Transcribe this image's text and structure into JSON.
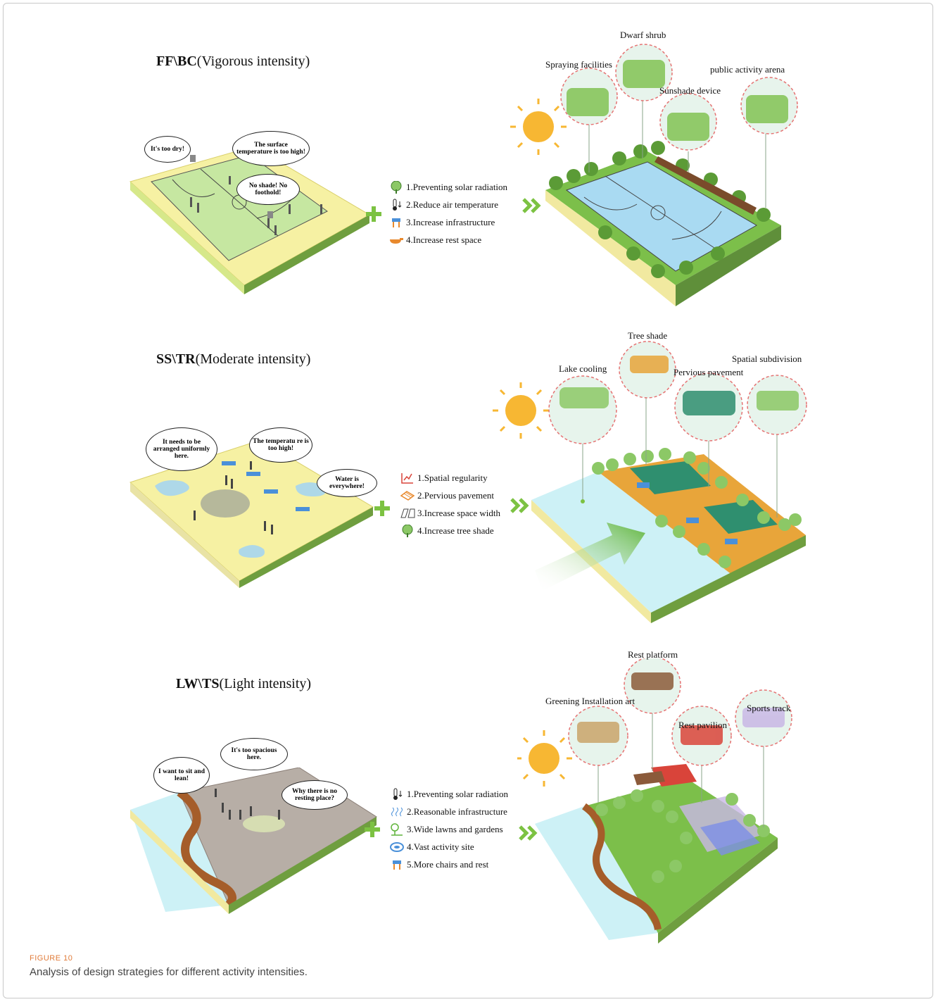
{
  "rows": [
    {
      "title_bold": "FF\\BC",
      "title_rest": "(Vigorous intensity)",
      "bubbles": [
        "It's too dry!",
        "The surface temperature is too high!",
        "No shade! No foothold!"
      ],
      "strategies": [
        "1.Preventing solar radiation",
        "2.Reduce air temperature",
        "3.Increase infrastructure",
        "4.Increase rest space"
      ],
      "callouts": [
        "Dwarf shrub",
        "Spraying facilities",
        "Sunshade device",
        "public activity arena"
      ]
    },
    {
      "title_bold": "SS\\TR",
      "title_rest": "(Moderate intensity)",
      "bubbles": [
        "It needs to be arranged uniformly here.",
        "The temperatu re is too high!",
        "Water is everywhere!"
      ],
      "strategies": [
        "1.Spatial regularity",
        "2.Pervious pavement",
        "3.Increase space width",
        "4.Increase tree shade"
      ],
      "callouts": [
        "Tree shade",
        "Lake cooling",
        "Pervious pavement",
        "Spatial subdivision"
      ]
    },
    {
      "title_bold": "LW\\TS",
      "title_rest": "(Light intensity)",
      "bubbles": [
        "I want to sit and lean!",
        "It's too spacious here.",
        "Why there is no resting place?"
      ],
      "strategies": [
        "1.Preventing solar radiation",
        "2.Reasonable infrastructure",
        "3.Wide lawns and gardens",
        "4.Vast activity site",
        "5.More chairs and rest"
      ],
      "callouts": [
        "Rest platform",
        "Greening Installation art",
        "Sports track",
        "Rest pavilion"
      ]
    }
  ],
  "figure": {
    "label": "FIGURE 10",
    "caption": "Analysis of design strategies for different activity intensities."
  },
  "colors": {
    "sand": "#f6f1a3",
    "court_green": "#b9e39a",
    "court_blue": "#a9daf2",
    "water": "#cdf1f6",
    "grass": "#7cbf4a",
    "orange": "#f0a32a",
    "sun": "#f7b733",
    "accent_green": "#7cc242"
  }
}
